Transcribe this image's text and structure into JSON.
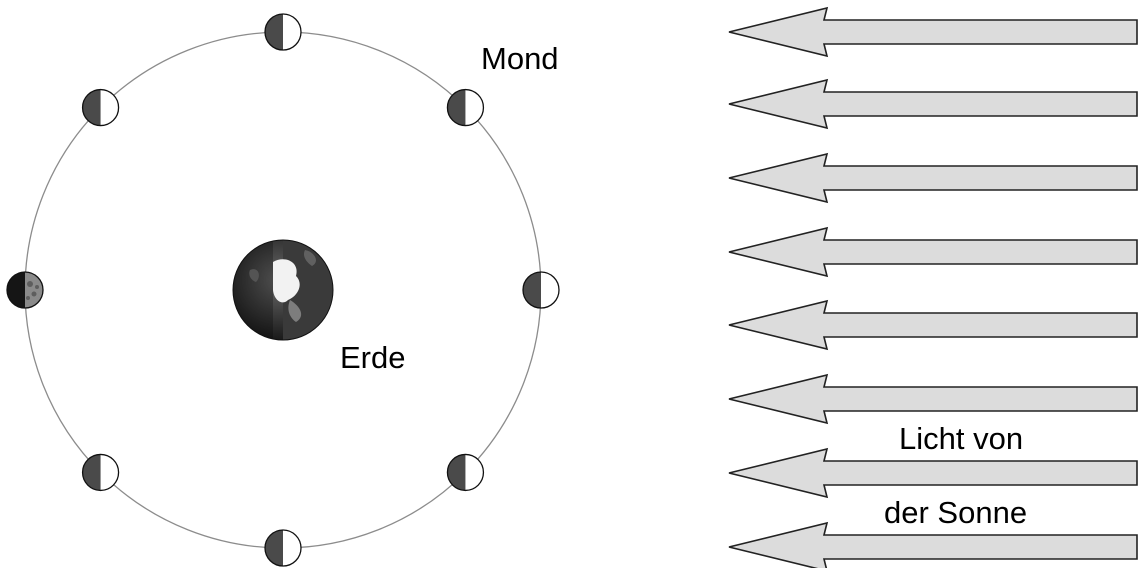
{
  "labels": {
    "moon": "Mond",
    "earth": "Erde",
    "light_line1": "Licht von",
    "light_line2": "der Sonne"
  },
  "icons": {
    "earth": "earth-globe-icon",
    "moon": "moon-phase-icon",
    "sunlight": "sunlight-arrow-icon"
  },
  "colors": {
    "orbit": "#8c8c8c",
    "moon_dark": "#4a4a4a",
    "moon_light": "#ffffff",
    "arrow_fill": "#dcdcdc",
    "arrow_stroke": "#222222",
    "earth_dark": "#2b2b2b",
    "earth_light": "#e8e8e8"
  }
}
